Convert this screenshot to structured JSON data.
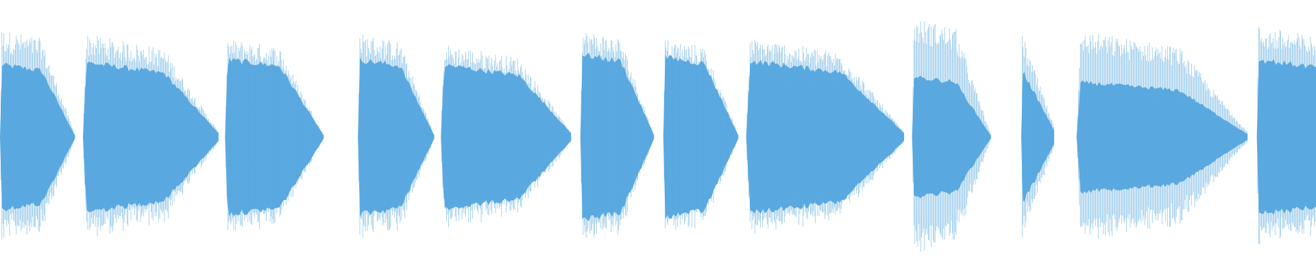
{
  "waveform": {
    "color": "#5ba9e0",
    "background": "#ffffff",
    "segments": [
      {
        "start_frac": 0.0,
        "end_frac": 0.057,
        "peak": 0.83,
        "body": 0.58,
        "decay": "taper"
      },
      {
        "start_frac": 0.063,
        "end_frac": 0.166,
        "peak": 0.8,
        "body": 0.6,
        "decay": "long-tail"
      },
      {
        "start_frac": 0.171,
        "end_frac": 0.246,
        "peak": 0.76,
        "body": 0.62,
        "decay": "taper"
      },
      {
        "start_frac": 0.272,
        "end_frac": 0.33,
        "peak": 0.8,
        "body": 0.62,
        "decay": "taper"
      },
      {
        "start_frac": 0.335,
        "end_frac": 0.434,
        "peak": 0.72,
        "body": 0.58,
        "decay": "long-tail"
      },
      {
        "start_frac": 0.441,
        "end_frac": 0.497,
        "peak": 0.83,
        "body": 0.66,
        "decay": "taper"
      },
      {
        "start_frac": 0.504,
        "end_frac": 0.561,
        "peak": 0.76,
        "body": 0.64,
        "decay": "taper"
      },
      {
        "start_frac": 0.567,
        "end_frac": 0.687,
        "peak": 0.77,
        "body": 0.61,
        "decay": "long-tail"
      },
      {
        "start_frac": 0.693,
        "end_frac": 0.753,
        "peak": 0.92,
        "body": 0.48,
        "decay": "taper"
      },
      {
        "start_frac": 0.776,
        "end_frac": 0.801,
        "peak": 0.82,
        "body": 0.55,
        "decay": "short"
      },
      {
        "start_frac": 0.818,
        "end_frac": 0.948,
        "peak": 0.82,
        "body": 0.44,
        "decay": "long-tail"
      },
      {
        "start_frac": 0.955,
        "end_frac": 1.0,
        "peak": 0.86,
        "body": 0.62,
        "decay": "cut"
      }
    ]
  }
}
